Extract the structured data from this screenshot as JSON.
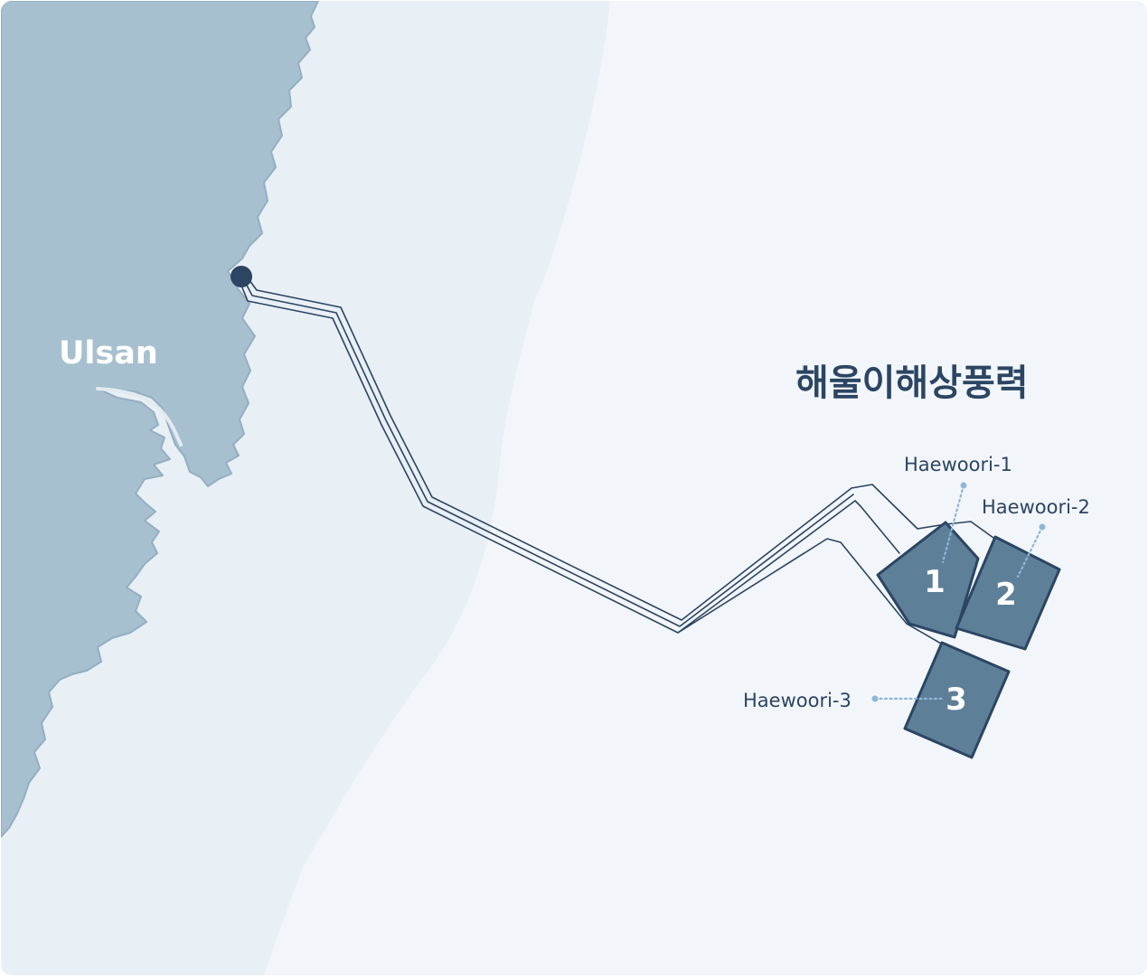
{
  "map": {
    "city_label": "Ulsan",
    "project_title": "해울이해상풍력",
    "sites": [
      {
        "number": "1",
        "label": "Haewoori-1"
      },
      {
        "number": "2",
        "label": "Haewoori-2"
      },
      {
        "number": "3",
        "label": "Haewoori-3"
      }
    ]
  },
  "colors": {
    "land": "#a7c0cf",
    "land_outline": "#93afc2",
    "sea_near": "#e9f0f6",
    "sea_far": "#f2f6fa",
    "cable": "#2b4563",
    "site_fill": "#5e7f98",
    "site_outline": "#2b4563",
    "landing_point": "#2b4563",
    "leader_line": "#8fb6d6",
    "text_dark": "#2b4563",
    "text_light": "#ffffff"
  }
}
